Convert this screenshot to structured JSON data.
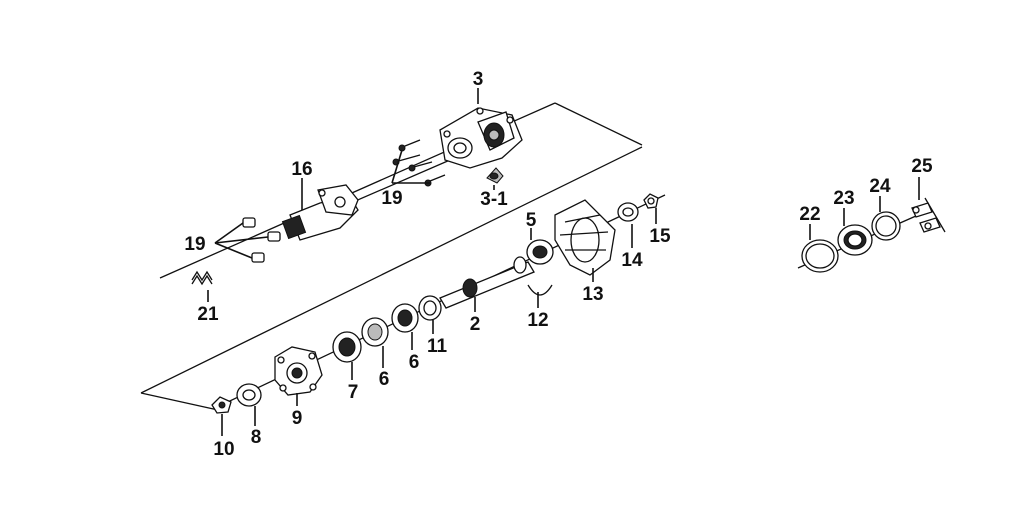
{
  "callouts": {
    "c2": "2",
    "c3": "3",
    "c3_1": "3-1",
    "c5": "5",
    "c6a": "6",
    "c6b": "6",
    "c7": "7",
    "c8": "8",
    "c9": "9",
    "c10": "10",
    "c11": "11",
    "c12": "12",
    "c13": "13",
    "c14": "14",
    "c15": "15",
    "c16": "16",
    "c19a": "19",
    "c19b": "19",
    "c21": "21",
    "c22": "22",
    "c23": "23",
    "c24": "24",
    "c25": "25"
  },
  "colors": {
    "line": "#111111",
    "background": "#ffffff"
  }
}
